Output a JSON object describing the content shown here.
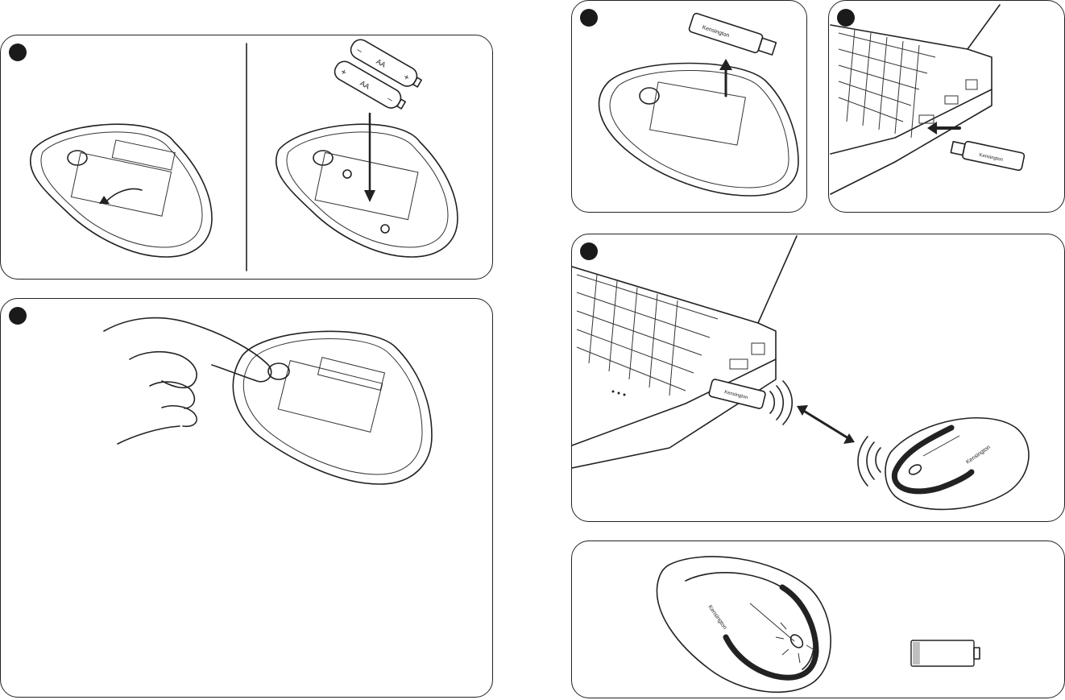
{
  "battery_labels": {
    "cell1_type": "AA",
    "cell2_type": "AA",
    "plus": "+",
    "minus": "–"
  },
  "brand_text": "Kensington",
  "battery_level": 0.12
}
